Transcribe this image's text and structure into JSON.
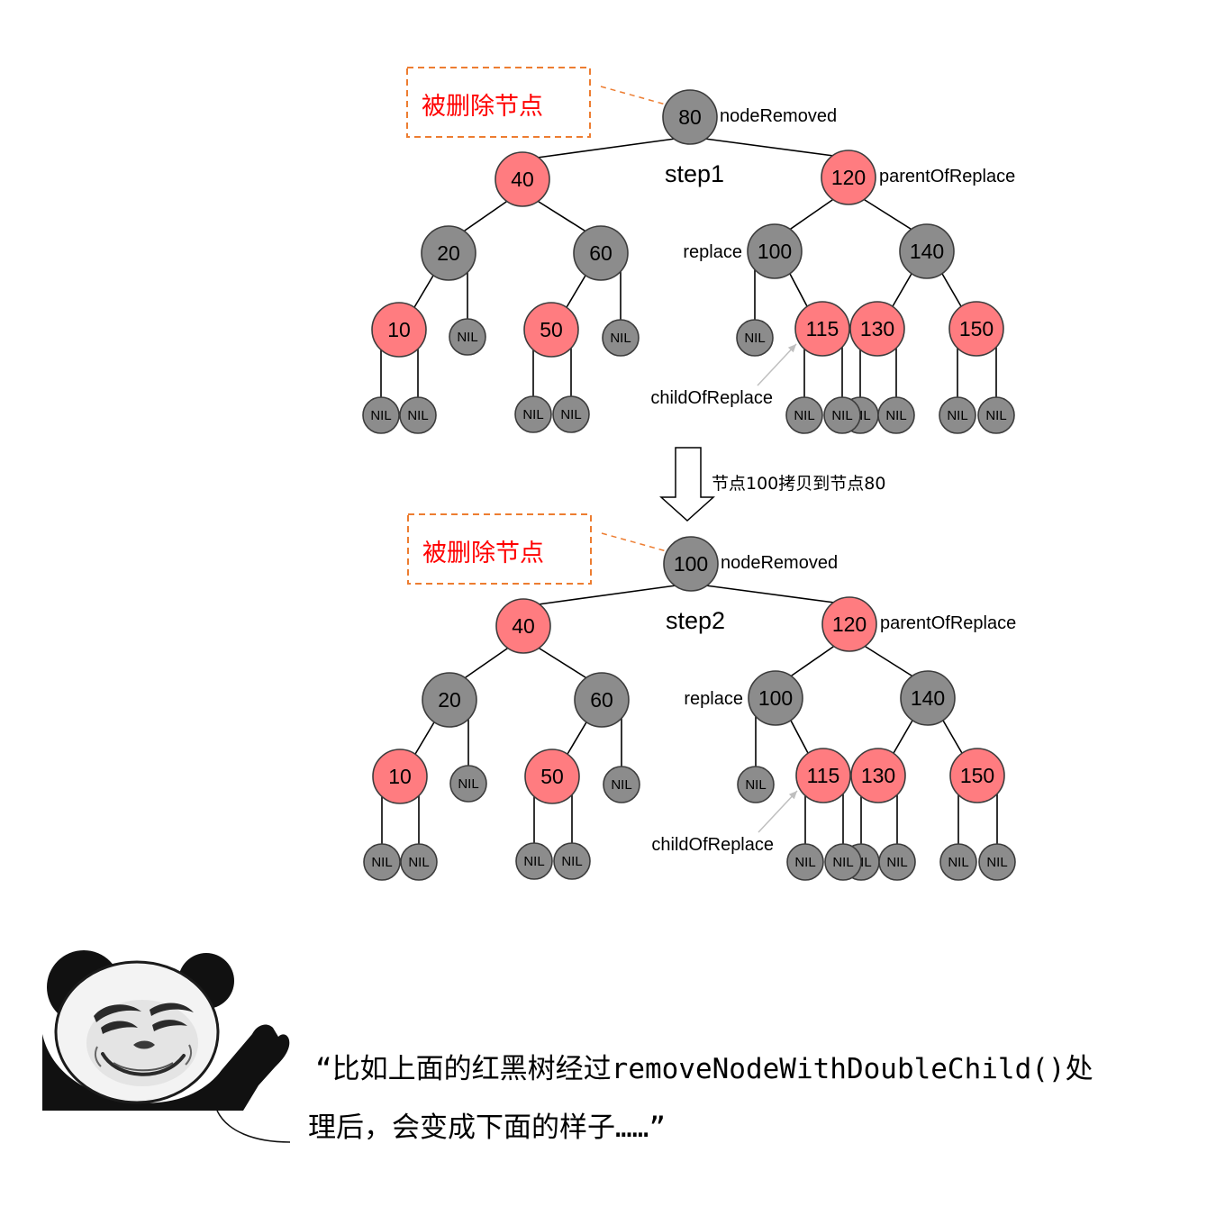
{
  "colors": {
    "red_node": "#FF7C80",
    "black_node": "#8C8C8C",
    "removed_label": "#FF0000",
    "removed_box_border": "#ED7D31",
    "pointer_arrow": "#BFBFBF"
  },
  "steps": [
    {
      "removed_box_label": "被删除节点",
      "step_label": "step1",
      "tree": {
        "value": "80",
        "color": "black",
        "tag": "nodeRemoved",
        "left": {
          "value": "40",
          "color": "red",
          "left": {
            "value": "20",
            "color": "black",
            "left": {
              "value": "10",
              "color": "red",
              "left": {
                "value": "NIL",
                "color": "black"
              },
              "right": {
                "value": "NIL",
                "color": "black"
              }
            },
            "right": {
              "value": "NIL",
              "color": "black"
            }
          },
          "right": {
            "value": "60",
            "color": "black",
            "left": {
              "value": "50",
              "color": "red",
              "left": {
                "value": "NIL",
                "color": "black"
              },
              "right": {
                "value": "NIL",
                "color": "black"
              }
            },
            "right": {
              "value": "NIL",
              "color": "black"
            }
          }
        },
        "right": {
          "value": "120",
          "color": "red",
          "tag": "parentOfReplace",
          "left": {
            "value": "100",
            "color": "black",
            "tag": "replace",
            "left": {
              "value": "NIL",
              "color": "black"
            },
            "right": {
              "value": "115",
              "color": "red",
              "tag": "childOfReplace",
              "left": {
                "value": "NIL",
                "color": "black"
              },
              "right": {
                "value": "NIL",
                "color": "black"
              }
            }
          },
          "right": {
            "value": "140",
            "color": "black",
            "left": {
              "value": "130",
              "color": "red",
              "left": {
                "value": "NIL",
                "color": "black"
              },
              "right": {
                "value": "NIL",
                "color": "black"
              }
            },
            "right": {
              "value": "150",
              "color": "red",
              "left": {
                "value": "NIL",
                "color": "black"
              },
              "right": {
                "value": "NIL",
                "color": "black"
              }
            }
          }
        }
      }
    },
    {
      "removed_box_label": "被删除节点",
      "step_label": "step2",
      "tree": {
        "value": "100",
        "color": "black",
        "tag": "nodeRemoved",
        "left": {
          "value": "40",
          "color": "red",
          "left": {
            "value": "20",
            "color": "black",
            "left": {
              "value": "10",
              "color": "red",
              "left": {
                "value": "NIL",
                "color": "black"
              },
              "right": {
                "value": "NIL",
                "color": "black"
              }
            },
            "right": {
              "value": "NIL",
              "color": "black"
            }
          },
          "right": {
            "value": "60",
            "color": "black",
            "left": {
              "value": "50",
              "color": "red",
              "left": {
                "value": "NIL",
                "color": "black"
              },
              "right": {
                "value": "NIL",
                "color": "black"
              }
            },
            "right": {
              "value": "NIL",
              "color": "black"
            }
          }
        },
        "right": {
          "value": "120",
          "color": "red",
          "tag": "parentOfReplace",
          "left": {
            "value": "100",
            "color": "black",
            "tag": "replace",
            "left": {
              "value": "NIL",
              "color": "black"
            },
            "right": {
              "value": "115",
              "color": "red",
              "tag": "childOfReplace",
              "left": {
                "value": "NIL",
                "color": "black"
              },
              "right": {
                "value": "NIL",
                "color": "black"
              }
            }
          },
          "right": {
            "value": "140",
            "color": "black",
            "left": {
              "value": "130",
              "color": "red",
              "left": {
                "value": "NIL",
                "color": "black"
              },
              "right": {
                "value": "NIL",
                "color": "black"
              }
            },
            "right": {
              "value": "150",
              "color": "red",
              "left": {
                "value": "NIL",
                "color": "black"
              },
              "right": {
                "value": "NIL",
                "color": "black"
              }
            }
          }
        }
      }
    }
  ],
  "transition": {
    "label": "节点100拷贝到节点80"
  },
  "caption": {
    "lines": [
      "“比如上面的红黑树经过removeNodeWithDoubleChild()处",
      "理后，会变成下面的样子……”"
    ]
  }
}
